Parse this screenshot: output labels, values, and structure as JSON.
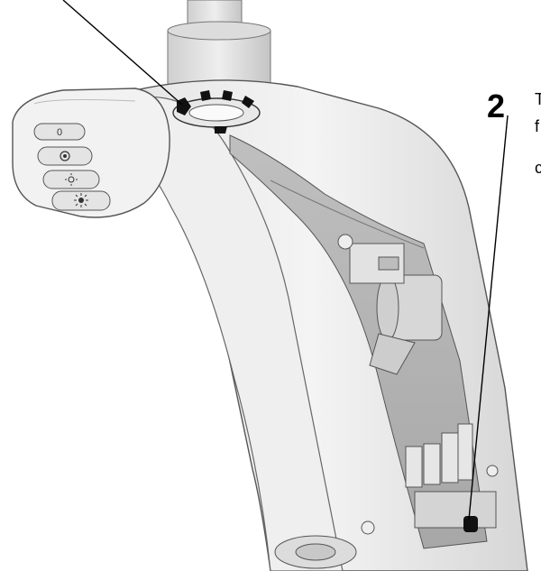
{
  "callout": {
    "number": "2",
    "text_fragments": [
      "T",
      "f",
      "c"
    ]
  },
  "button_panel": {
    "buttons": [
      {
        "icon": "power-off-icon"
      },
      {
        "icon": "composite-cure-icon"
      },
      {
        "icon": "dim-light-icon"
      },
      {
        "icon": "bright-light-icon"
      }
    ]
  }
}
